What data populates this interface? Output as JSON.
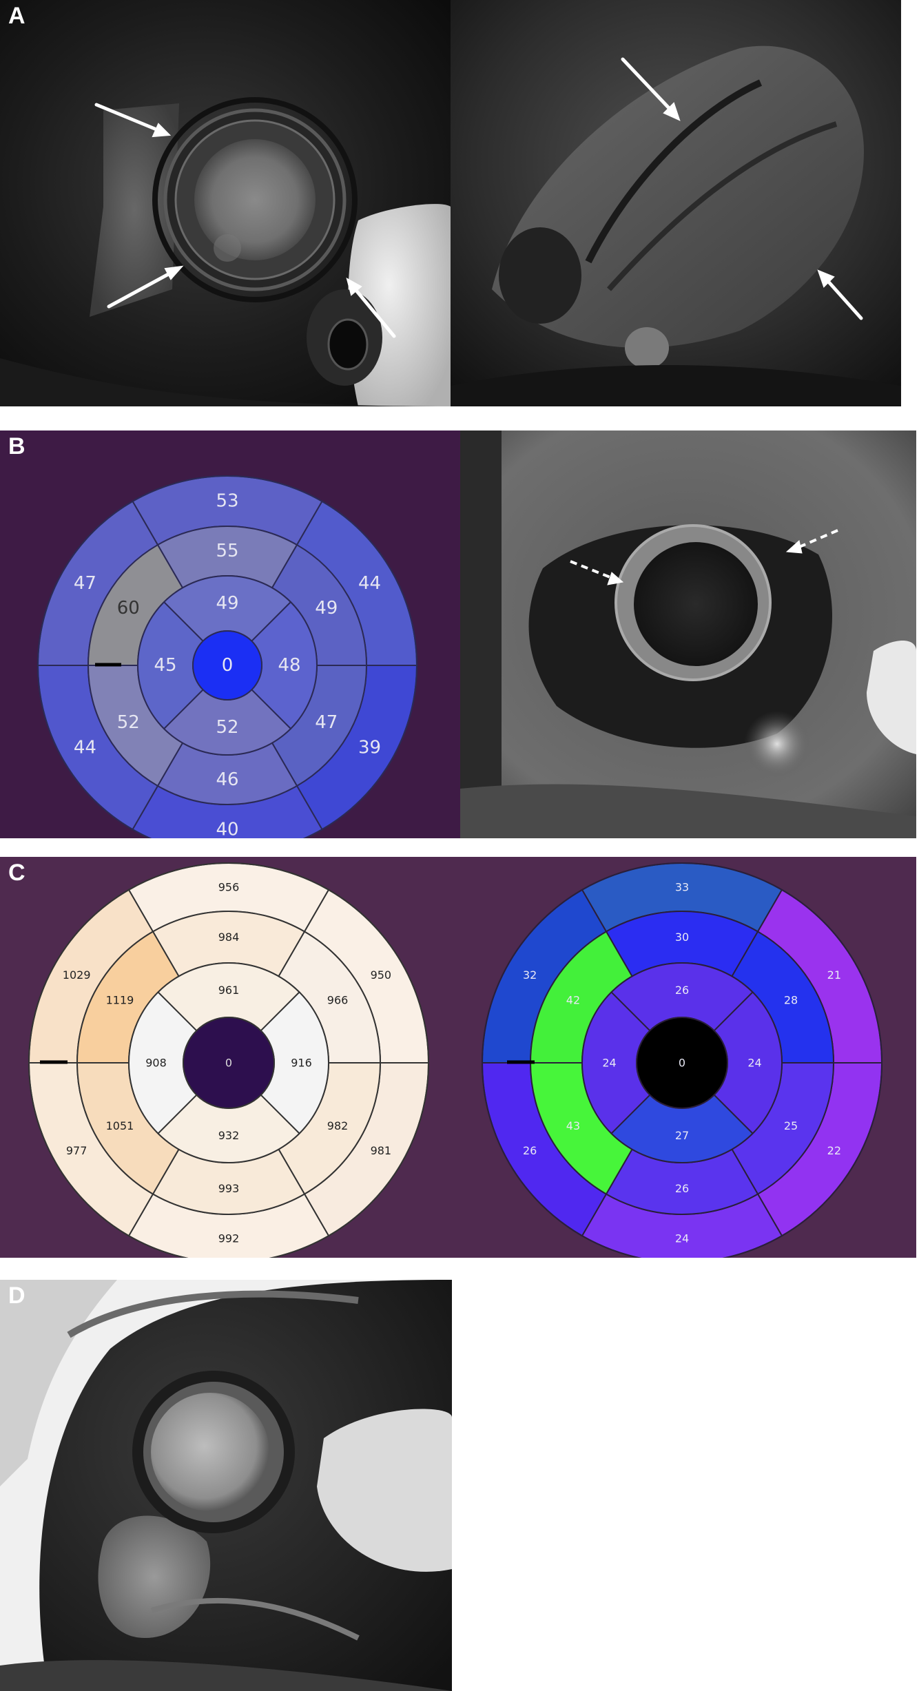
{
  "panels": {
    "a": {
      "label": "A"
    },
    "b": {
      "label": "B"
    },
    "c": {
      "label": "C"
    },
    "d": {
      "label": "D"
    }
  },
  "bullseyes": [
    {
      "id": "b-left",
      "center": 0,
      "segments": [
        53,
        44,
        39,
        40,
        44,
        47,
        55,
        49,
        47,
        46,
        52,
        60,
        49,
        48,
        52,
        45
      ],
      "colors": {
        "background": "#3e1b45",
        "outer": [
          "#5d61c6",
          "#525bcc",
          "#3f48d4",
          "#4a4ed3",
          "#5157cd",
          "#5d61c6"
        ],
        "mid": [
          "#7a7cb8",
          "#5c62c4",
          "#5a62c3",
          "#6a6cc2",
          "#8182b6",
          "#8f8f94"
        ],
        "inner": [
          "#6a70c6",
          "#5c63ce",
          "#7273bf",
          "#5d66c9"
        ],
        "center": "#1b2ff4",
        "stroke": "#2b2a55",
        "text": "#e6e6f2",
        "special_text": "#333333"
      }
    },
    {
      "id": "c-left",
      "center": 0,
      "segments": [
        956,
        950,
        981,
        992,
        977,
        1029,
        984,
        966,
        982,
        993,
        1051,
        1119,
        961,
        916,
        932,
        908
      ],
      "colors": {
        "background": "#4f2a4f",
        "outer": [
          "#faf0e6",
          "#faf0e6",
          "#f8ebdf",
          "#faefe4",
          "#f9ead9",
          "#f8e1c8"
        ],
        "mid": [
          "#f9ead9",
          "#f8efe6",
          "#f8ead9",
          "#f8ead9",
          "#f7dcbc",
          "#f8cf9e"
        ],
        "inner": [
          "#f8efe3",
          "#f4f4f4",
          "#f8efe3",
          "#f4f4f4"
        ],
        "center": "#2d0f4e",
        "stroke": "#333333",
        "text": "#222222",
        "center_text": "#dddddd"
      }
    },
    {
      "id": "c-right",
      "center": 0,
      "segments": [
        33,
        21,
        22,
        24,
        26,
        32,
        30,
        28,
        25,
        26,
        43,
        42,
        26,
        24,
        27,
        24
      ],
      "colors": {
        "background": "#4f2a4f",
        "outer": [
          "#2a5bc4",
          "#9a33ee",
          "#9233f1",
          "#7a34f2",
          "#5028f0",
          "#1f48cf"
        ],
        "mid": [
          "#2b2df2",
          "#2432ee",
          "#5a34ee",
          "#5a34ee",
          "#47f53a",
          "#43f03a"
        ],
        "inner": [
          "#5a31ea",
          "#5a31ea",
          "#2f49df",
          "#5a31ea"
        ],
        "center": "#000000",
        "stroke": "#2a1f3a",
        "text": "#e8e8f5"
      }
    }
  ]
}
